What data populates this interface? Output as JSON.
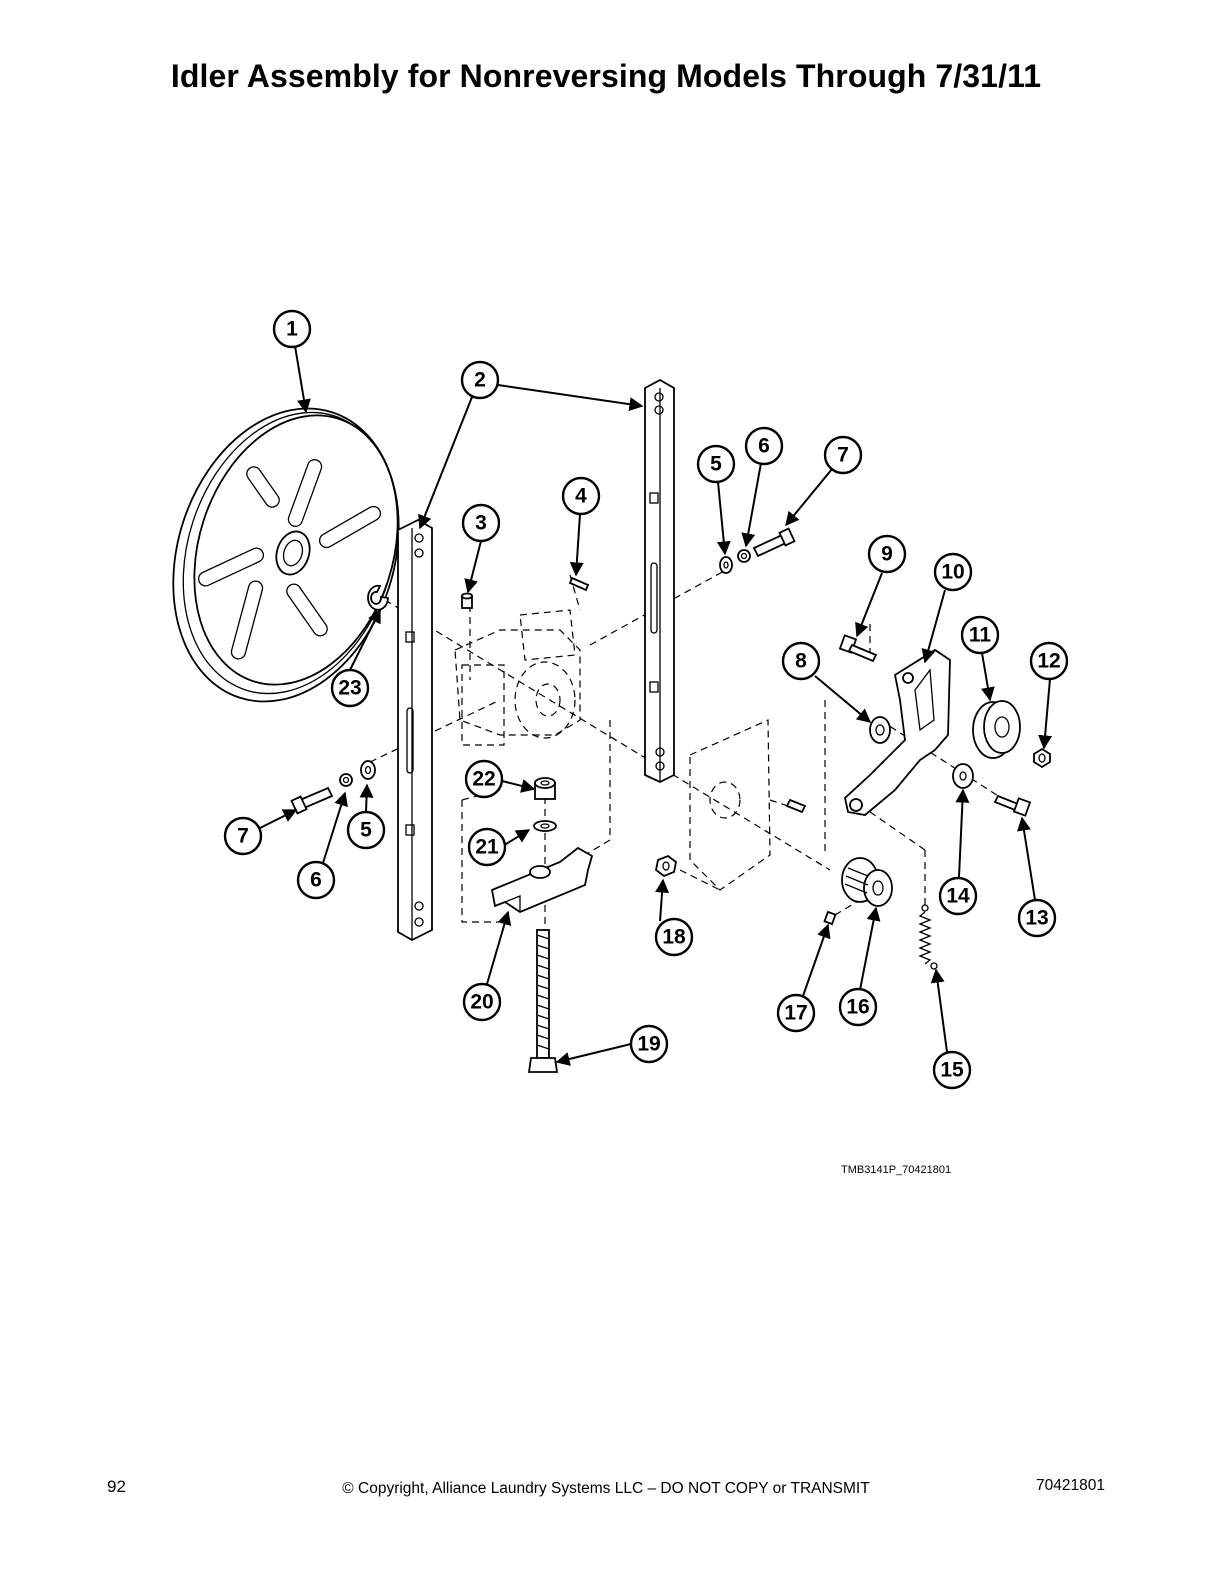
{
  "page": {
    "title": "Idler Assembly for Nonreversing Models Through 7/31/11",
    "drawing_code": "TMB3141P_70421801",
    "page_number": "92",
    "copyright": "© Copyright, Alliance Laundry Systems LLC – DO NOT COPY or TRANSMIT",
    "document_number": "70421801"
  },
  "callouts": [
    "1",
    "2",
    "3",
    "4",
    "5",
    "6",
    "7",
    "5",
    "6",
    "7",
    "8",
    "9",
    "10",
    "11",
    "12",
    "13",
    "14",
    "15",
    "16",
    "17",
    "18",
    "19",
    "20",
    "21",
    "22",
    "23"
  ]
}
